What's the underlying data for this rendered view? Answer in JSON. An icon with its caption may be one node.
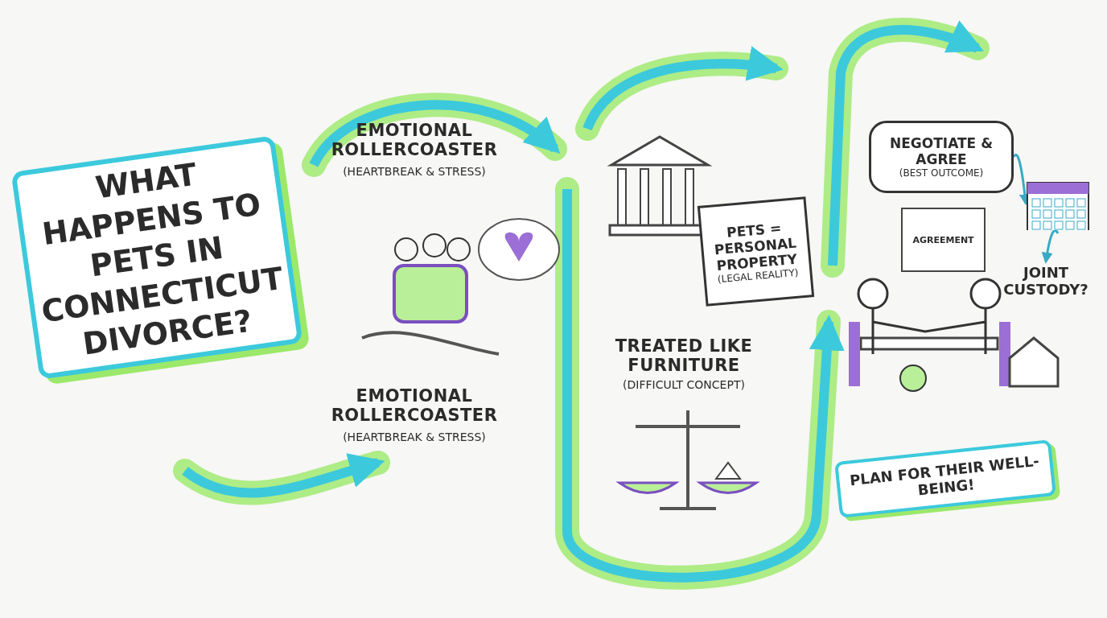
{
  "diagram": {
    "title": "WHAT HAPPENS TO PETS IN CONNECTICUT DIVORCE?",
    "nodes": [
      {
        "text": [
          "PETS = PERSONAL PROPERTY",
          "(LEGAL REALITY)"
        ]
      },
      {
        "text": [
          "NEGOTIATE & AGREE",
          "(BEST OUTCOME)"
        ]
      },
      {
        "text": [],
        "shape": "picture"
      },
      {
        "text": [
          "JOINT CUSTODY?"
        ]
      },
      {
        "text": [
          "AGREEMENT"
        ]
      },
      {
        "text": [
          "PLAN FOR THEIR WELL-BEING!"
        ]
      }
    ],
    "edges": [
      {
        "from": 1,
        "to": 2,
        "arrow": "to"
      },
      {
        "from": 2,
        "to": 3,
        "arrow": "to"
      }
    ],
    "labels": [
      "EMOTIONAL ROLLERCOASTER",
      "(HEARTBREAK & STRESS)",
      "EMOTIONAL ROLLERCOASTER",
      "(HEARTBREAK & STRESS)",
      "TREATED LIKE FURNITURE",
      "(DIFFICULT CONCEPT)"
    ]
  }
}
